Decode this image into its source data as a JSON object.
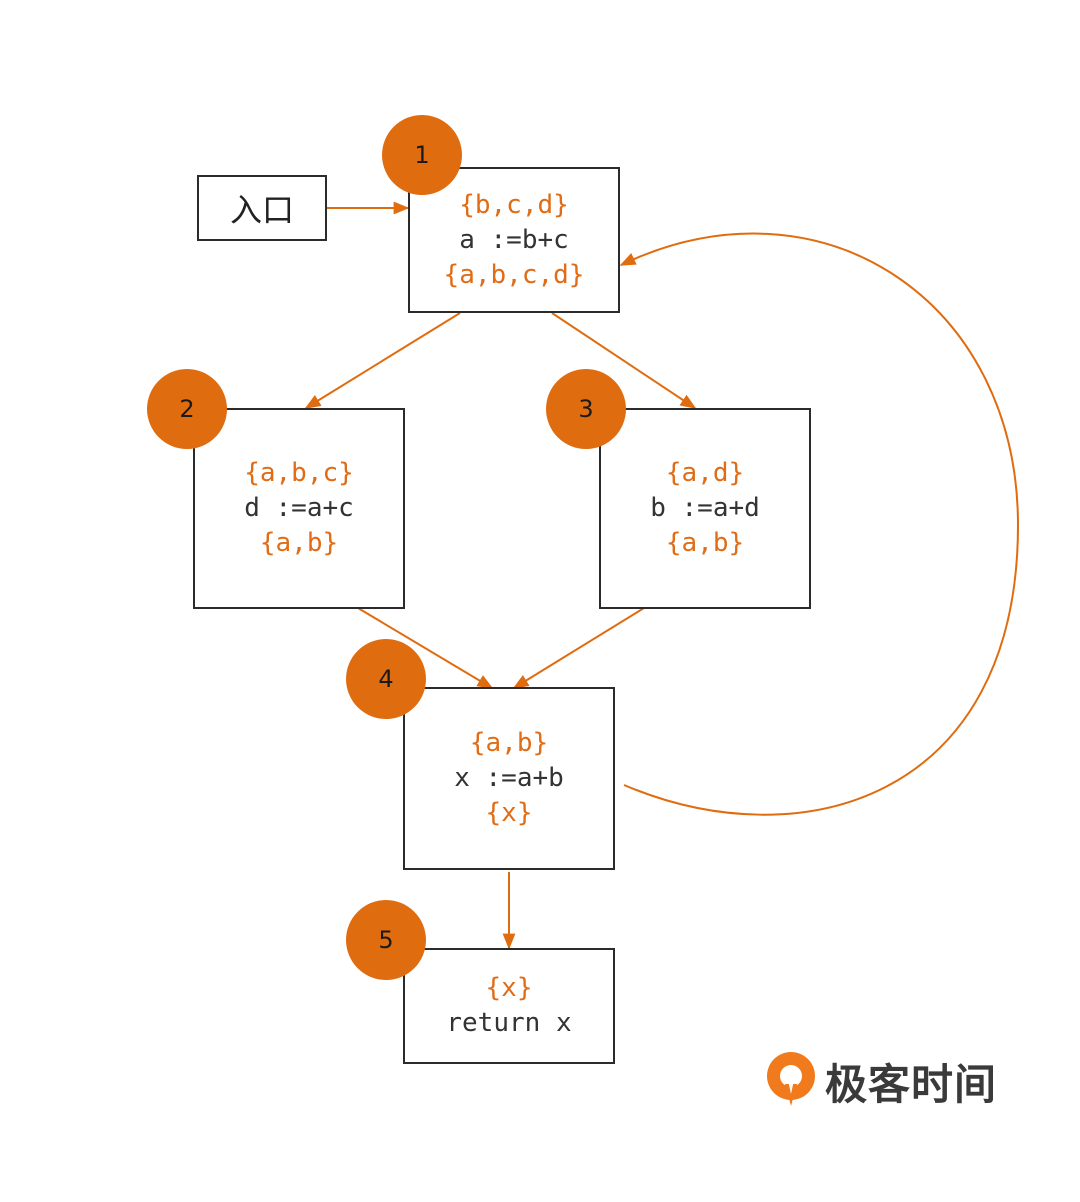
{
  "entry": {
    "label": "入口"
  },
  "blocks": [
    {
      "id": "1",
      "in": "{b,c,d}",
      "code": "a :=b+c",
      "out": "{a,b,c,d}"
    },
    {
      "id": "2",
      "in": "{a,b,c}",
      "code": "d :=a+c",
      "out": "{a,b}"
    },
    {
      "id": "3",
      "in": "{a,d}",
      "code": "b :=a+d",
      "out": "{a,b}"
    },
    {
      "id": "4",
      "in": "{a,b}",
      "code": "x :=a+b",
      "out": "{x}"
    },
    {
      "id": "5",
      "in": "{x}",
      "code": "return x"
    }
  ],
  "edges": [
    {
      "from": "entry",
      "to": "1"
    },
    {
      "from": "1",
      "to": "2"
    },
    {
      "from": "1",
      "to": "3"
    },
    {
      "from": "2",
      "to": "4"
    },
    {
      "from": "3",
      "to": "4"
    },
    {
      "from": "4",
      "to": "5"
    },
    {
      "from": "4",
      "to": "1"
    }
  ],
  "colors": {
    "accent": "#e06c10",
    "set_text": "#e06c16",
    "code_text": "#333333",
    "border": "#2b2b2b"
  },
  "brand": {
    "name": "极客时间"
  }
}
